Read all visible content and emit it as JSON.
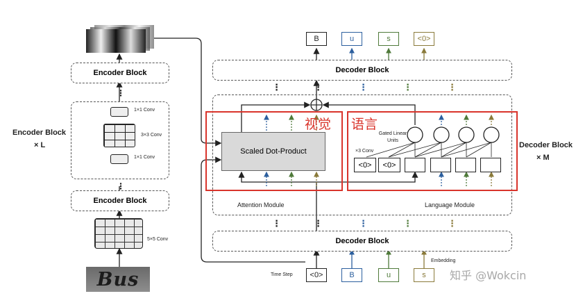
{
  "encoder": {
    "block_top": "Encoder Block",
    "block_bottom": "Encoder Block",
    "repeat_label": "Encoder Block",
    "repeat_times": "× L",
    "conv_top": "1×1 Conv",
    "conv_mid": "3×3 Conv",
    "conv_bottom": "1×1 Conv",
    "input_conv": "5×5 Conv",
    "input_text": "Bus"
  },
  "decoder": {
    "block_top": "Decoder Block",
    "block_bottom": "Decoder Block",
    "repeat_label": "Decoder Block",
    "repeat_times": "× M",
    "attention_module": "Attention Module",
    "language_module": "Language Module",
    "scaled_dot_product": "Scaled Dot-Product",
    "gated_linear_units": "Gated Linear Units",
    "conv_label": "×3 Conv",
    "mini_token_1": "<0>",
    "mini_token_2": "<0>",
    "vision_cn": "视觉",
    "language_cn": "语言"
  },
  "output_tokens": [
    "B",
    "u",
    "s",
    "<0>"
  ],
  "input_tokens": [
    "<0>",
    "B",
    "u",
    "s"
  ],
  "time_step": "Time Step",
  "embedding": "Embedding",
  "watermark": "知乎 @Wokcin",
  "colors": {
    "token_b": "#1f1f1f",
    "token_u": "#2c5f9e",
    "token_s": "#4f7a3a",
    "token_0": "#8a7a3a",
    "red_box": "#d9342b"
  }
}
